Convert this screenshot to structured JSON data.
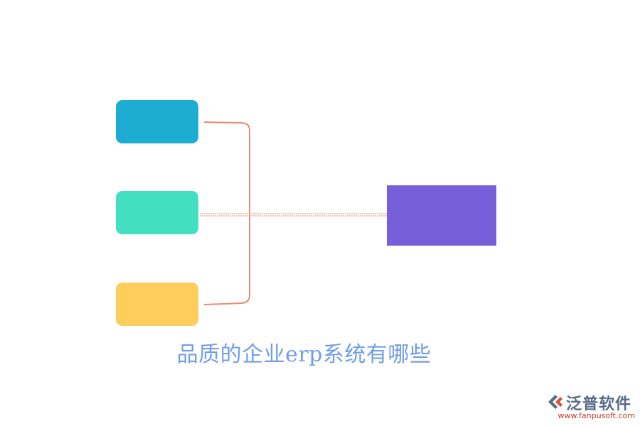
{
  "diagram": {
    "caption": "品质的企业erp系统有哪些",
    "nodes": [
      {
        "id": "source-1",
        "label": "",
        "color": "#1eadd2"
      },
      {
        "id": "source-2",
        "label": "",
        "color": "#43dfc1"
      },
      {
        "id": "source-3",
        "label": "",
        "color": "#ffcd5c"
      },
      {
        "id": "target",
        "label": "",
        "color": "#765fd8"
      }
    ],
    "connector_color": "#ee8a72"
  },
  "logo": {
    "name": "泛普软件",
    "url": "www.fanpusoft.com",
    "colors": {
      "mark_dark": "#5a6b86",
      "mark_accent": "#d9503a",
      "url": "#c0392b"
    }
  }
}
